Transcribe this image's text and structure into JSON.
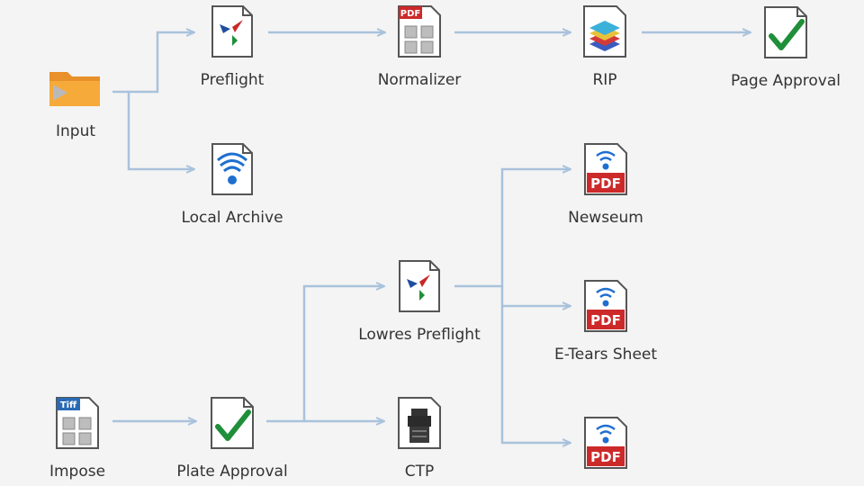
{
  "nodes": {
    "input": {
      "label": "Input"
    },
    "preflight": {
      "label": "Preflight"
    },
    "normalizer": {
      "label": "Normalizer",
      "badge": "PDF"
    },
    "rip": {
      "label": "RIP"
    },
    "page_approval": {
      "label": "Page Approval"
    },
    "local_archive": {
      "label": "Local Archive"
    },
    "newseum": {
      "label": "Newseum",
      "badge": "PDF"
    },
    "lowres_preflight": {
      "label": "Lowres Preflight"
    },
    "etears": {
      "label": "E-Tears Sheet",
      "badge": "PDF"
    },
    "impose": {
      "label": "Impose",
      "badge": "Tiff"
    },
    "plate_approval": {
      "label": "Plate Approval"
    },
    "ctp": {
      "label": "CTP"
    },
    "third_pdf": {
      "badge": "PDF"
    }
  },
  "colors": {
    "connector": "#a9c2dc",
    "pdf_red": "#cc2a2a",
    "check_green": "#1f8f3a",
    "folder_orange": "#f0a030",
    "wifi_blue": "#1e6fd0"
  }
}
